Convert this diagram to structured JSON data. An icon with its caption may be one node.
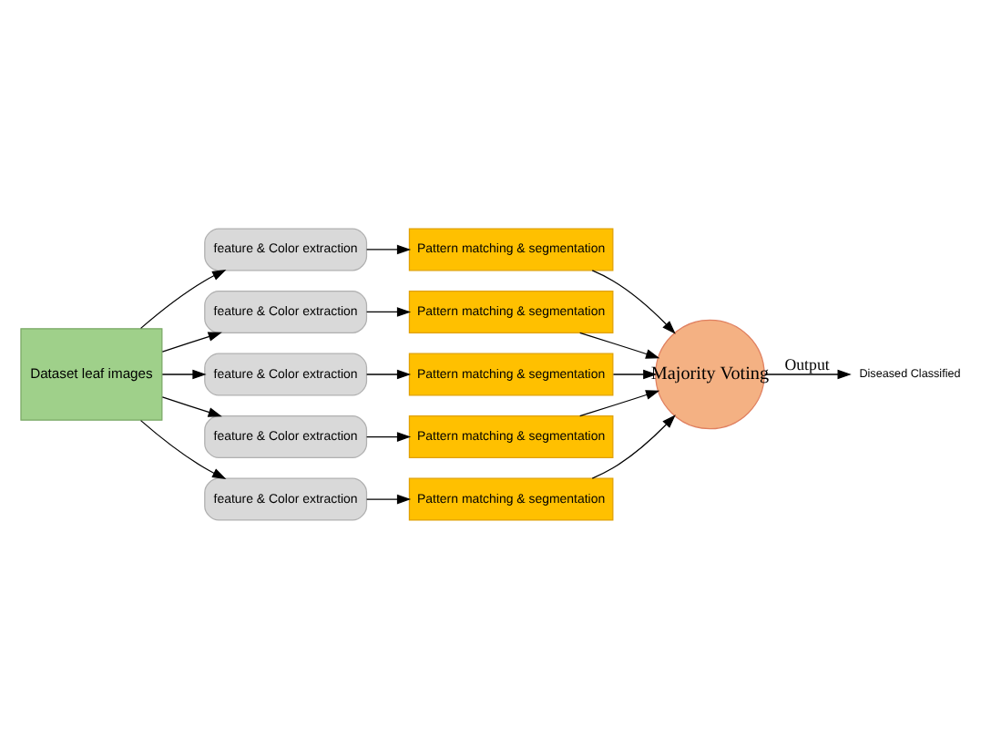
{
  "diagram": {
    "nodes": [
      {
        "text": [
          "Dataset leaf images"
        ]
      },
      {
        "text": [
          "feature & Color extraction"
        ]
      },
      {
        "text": [
          "feature & Color extraction"
        ]
      },
      {
        "text": [
          "feature & Color extraction"
        ]
      },
      {
        "text": [
          "feature & Color extraction"
        ]
      },
      {
        "text": [
          "feature & Color extraction"
        ]
      },
      {
        "text": [
          "Pattern matching & segmentation"
        ]
      },
      {
        "text": [
          "Pattern matching & segmentation"
        ]
      },
      {
        "text": [
          "Pattern matching & segmentation"
        ]
      },
      {
        "text": [
          "Pattern matching & segmentation"
        ]
      },
      {
        "text": [
          "Pattern matching & segmentation"
        ]
      },
      {
        "text": [
          "Majority Voting"
        ]
      },
      {
        "text": [
          "Diseased Classified"
        ]
      }
    ],
    "edges": [
      {
        "from": 0,
        "to": 1,
        "arrow": "to"
      },
      {
        "from": 0,
        "to": 2,
        "arrow": "to"
      },
      {
        "from": 0,
        "to": 3,
        "arrow": "to"
      },
      {
        "from": 0,
        "to": 4,
        "arrow": "to"
      },
      {
        "from": 0,
        "to": 5,
        "arrow": "to"
      },
      {
        "from": 1,
        "to": 6,
        "arrow": "to"
      },
      {
        "from": 2,
        "to": 7,
        "arrow": "to"
      },
      {
        "from": 3,
        "to": 8,
        "arrow": "to"
      },
      {
        "from": 4,
        "to": 9,
        "arrow": "to"
      },
      {
        "from": 5,
        "to": 10,
        "arrow": "to"
      },
      {
        "from": 6,
        "to": 11,
        "arrow": "to"
      },
      {
        "from": 7,
        "to": 11,
        "arrow": "to"
      },
      {
        "from": 8,
        "to": 11,
        "arrow": "to"
      },
      {
        "from": 9,
        "to": 11,
        "arrow": "to"
      },
      {
        "from": 10,
        "to": 11,
        "arrow": "to"
      },
      {
        "from": 11,
        "to": 12,
        "label": "Output",
        "arrow": "to"
      }
    ]
  }
}
